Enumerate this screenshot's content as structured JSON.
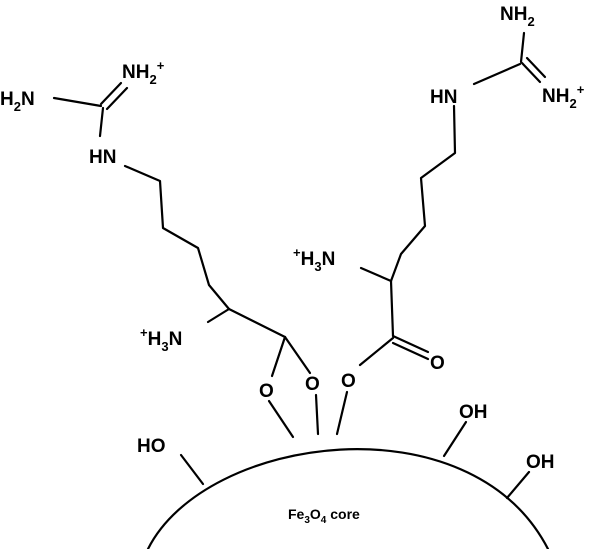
{
  "left_arm": {
    "guanidine_top": {
      "base": "NH",
      "sub": "2",
      "sup": "+"
    },
    "guanidine_left": {
      "base": "H",
      "sub": "2",
      "tail": "N"
    },
    "guanidine_nh": "HN",
    "alpha_amine": {
      "sup": "+",
      "base": "H",
      "sub": "3",
      "tail": "N"
    },
    "oxygen_a": "O",
    "oxygen_b": "O"
  },
  "right_arm": {
    "guanidine_top": {
      "base": "NH",
      "sub": "2"
    },
    "guanidine_nh": "HN",
    "guanidine_right": {
      "base": "NH",
      "sub": "2",
      "sup": "+"
    },
    "alpha_amine": {
      "sup": "+",
      "base": "H",
      "sub": "3",
      "tail": "N"
    },
    "carbonyl_o": "O",
    "ester_o": "O"
  },
  "surface_groups": {
    "left_oh": "HO",
    "right_oh_1": "OH",
    "right_oh_2": "OH"
  },
  "core": {
    "label_pre": "Fe",
    "sub1": "3",
    "mid": "O",
    "sub2": "4",
    "post": " core"
  }
}
